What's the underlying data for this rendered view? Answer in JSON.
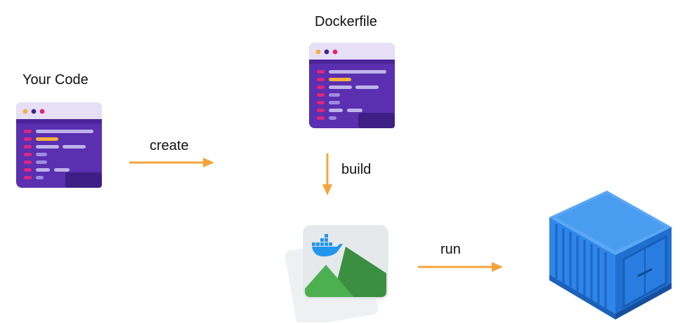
{
  "nodes": {
    "code": {
      "label": "Your Code",
      "icon": "code-editor-icon"
    },
    "dockerfile": {
      "label": "Dockerfile",
      "icon": "code-editor-icon"
    },
    "image": {
      "icon": "docker-image-icon"
    },
    "container": {
      "icon": "shipping-container-icon"
    }
  },
  "edges": {
    "create": {
      "label": "create"
    },
    "build": {
      "label": "build"
    },
    "run": {
      "label": "run"
    }
  },
  "colors": {
    "arrow": "#f5a43a",
    "editor_body": "#5a2fb0",
    "editor_titlebar": "#e7dff5",
    "docker_blue": "#2396ed",
    "mountain_dark": "#3a8f41",
    "mountain_light": "#4caf50",
    "container_blue": "#2f86e8"
  }
}
